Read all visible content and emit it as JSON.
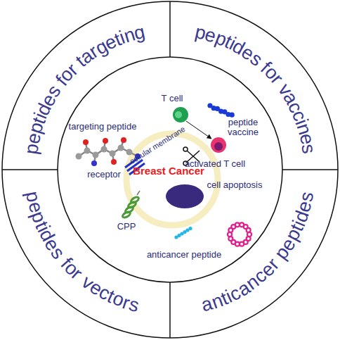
{
  "diagram": {
    "labels": [
      "peptides for targeting",
      "peptides for vaccines",
      "peptides for vectors",
      "anticancer peptides",
      "targeting peptide",
      "cellular membrane",
      "receptor",
      "T cell",
      "peptide vaccine",
      "activated T cell",
      "Breast Cancer",
      "cell apoptosis",
      "CPP",
      "anticancer peptide"
    ]
  }
}
